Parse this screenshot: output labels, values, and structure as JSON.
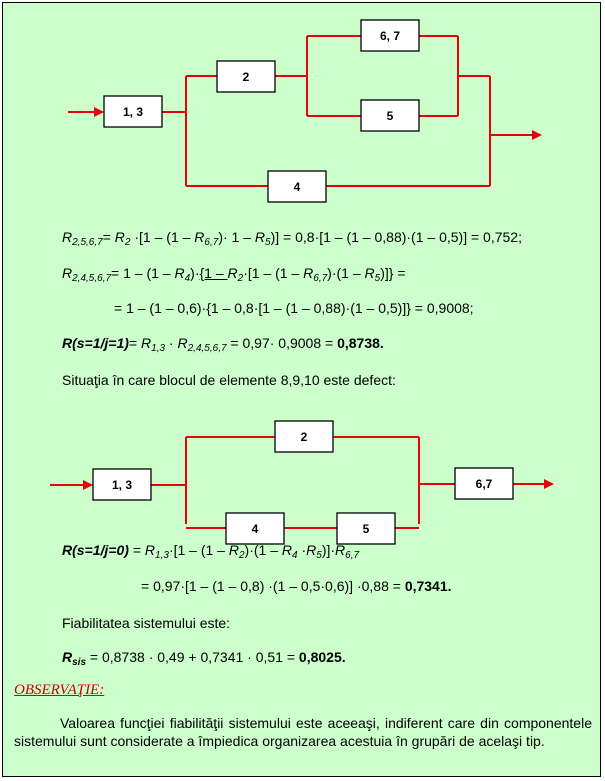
{
  "diagram1": {
    "blocks": {
      "b13": "1, 3",
      "b2": "2",
      "b67": "6, 7",
      "b5": "5",
      "b4": "4"
    }
  },
  "diagram2": {
    "blocks": {
      "b13": "1, 3",
      "b2": "2",
      "b4": "4",
      "b5": "5",
      "b67": "6,7"
    }
  },
  "equations": {
    "eq1": {
      "lhs_main": "R",
      "lhs_sub": "2,5,6,7",
      "rhs_a": "= ",
      "r2": "R",
      "r2_sub": "2",
      "rhs_b": " ·[1 – (1 – ",
      "r67": "R",
      "r67_sub": "6,7",
      "rhs_c": ")· 1 – ",
      "r5": "R",
      "r5_sub": "5",
      "rhs_d": ")] = 0,8·[1 – (1 – 0,88)·(1 – 0,5)] = 0,752;"
    },
    "eq2": {
      "lhs_main": "R",
      "lhs_sub": "2,4,5,6,7",
      "rhs_a": "= 1 – (1 – ",
      "r4": "R",
      "r4_sub": "4",
      "rhs_b": ")·",
      "under_text": "{1 – ",
      "r2": "R",
      "r2_sub": "2",
      "rhs_c": "·[1 – (1 – ",
      "r67": "R",
      "r67_sub": "6,7",
      "rhs_d": ")·(1 – ",
      "r5": "R",
      "r5_sub": "5",
      "rhs_e": ")]} ="
    },
    "eq3": {
      "text": "= 1 – (1 – 0,6)·{1 – 0,8·[1 – (1 – 0,88)·(1 – 0,5)]} = 0,9008;"
    },
    "eq4": {
      "lhs": "R(s=1/j=1)",
      "rhs_a": "= ",
      "r13": "R",
      "r13_sub": "1,3",
      "rhs_b": " · ",
      "r24567": "R",
      "r24567_sub": "2,4,5,6,7",
      "rhs_c": " = 0,97· 0,9008 = ",
      "result": "0,8738."
    },
    "situation": "Situaţia în care blocul de elemente 8,9,10 este defect:",
    "eq5": {
      "lhs": "R(s=1/j=0)",
      "rhs_a": " = ",
      "r13": "R",
      "r13_sub": "1,3",
      "rhs_b": "·[1 – (1 – ",
      "r2": "R",
      "r2_sub": "2",
      "rhs_c": ")·(1 – ",
      "r4": "R",
      "r4_sub": "4",
      "rhs_d": " ·",
      "r5": "R",
      "r5_sub": "5",
      "rhs_e": ")]·",
      "r67": "R",
      "r67_sub": "6,7"
    },
    "eq6": {
      "text": "= 0,97·[1 – (1 – 0,8) ·(1 – 0,5·0,6)] ·0,88 = ",
      "result": "0,7341."
    },
    "fiab": "Fiabilitatea sistemului este:",
    "eq7": {
      "lhs_main": "R",
      "lhs_sub": "sis",
      "rhs": " = 0,8738 · 0,49 + 0,7341 · 0,51 = ",
      "result": "0,8025."
    }
  },
  "observatie": {
    "heading": "OBSERVAŢIE:",
    "text": "Valoarea funcţiei fiabilităţii sistemului este aceeaşi, indiferent care din componentele sistemului sunt considerate a împiedica organizarea acestuia în grupări de acelaşi tip."
  },
  "colors": {
    "background": "#ccffcc",
    "line": "#e8000b",
    "block_fill": "#ffffff"
  }
}
